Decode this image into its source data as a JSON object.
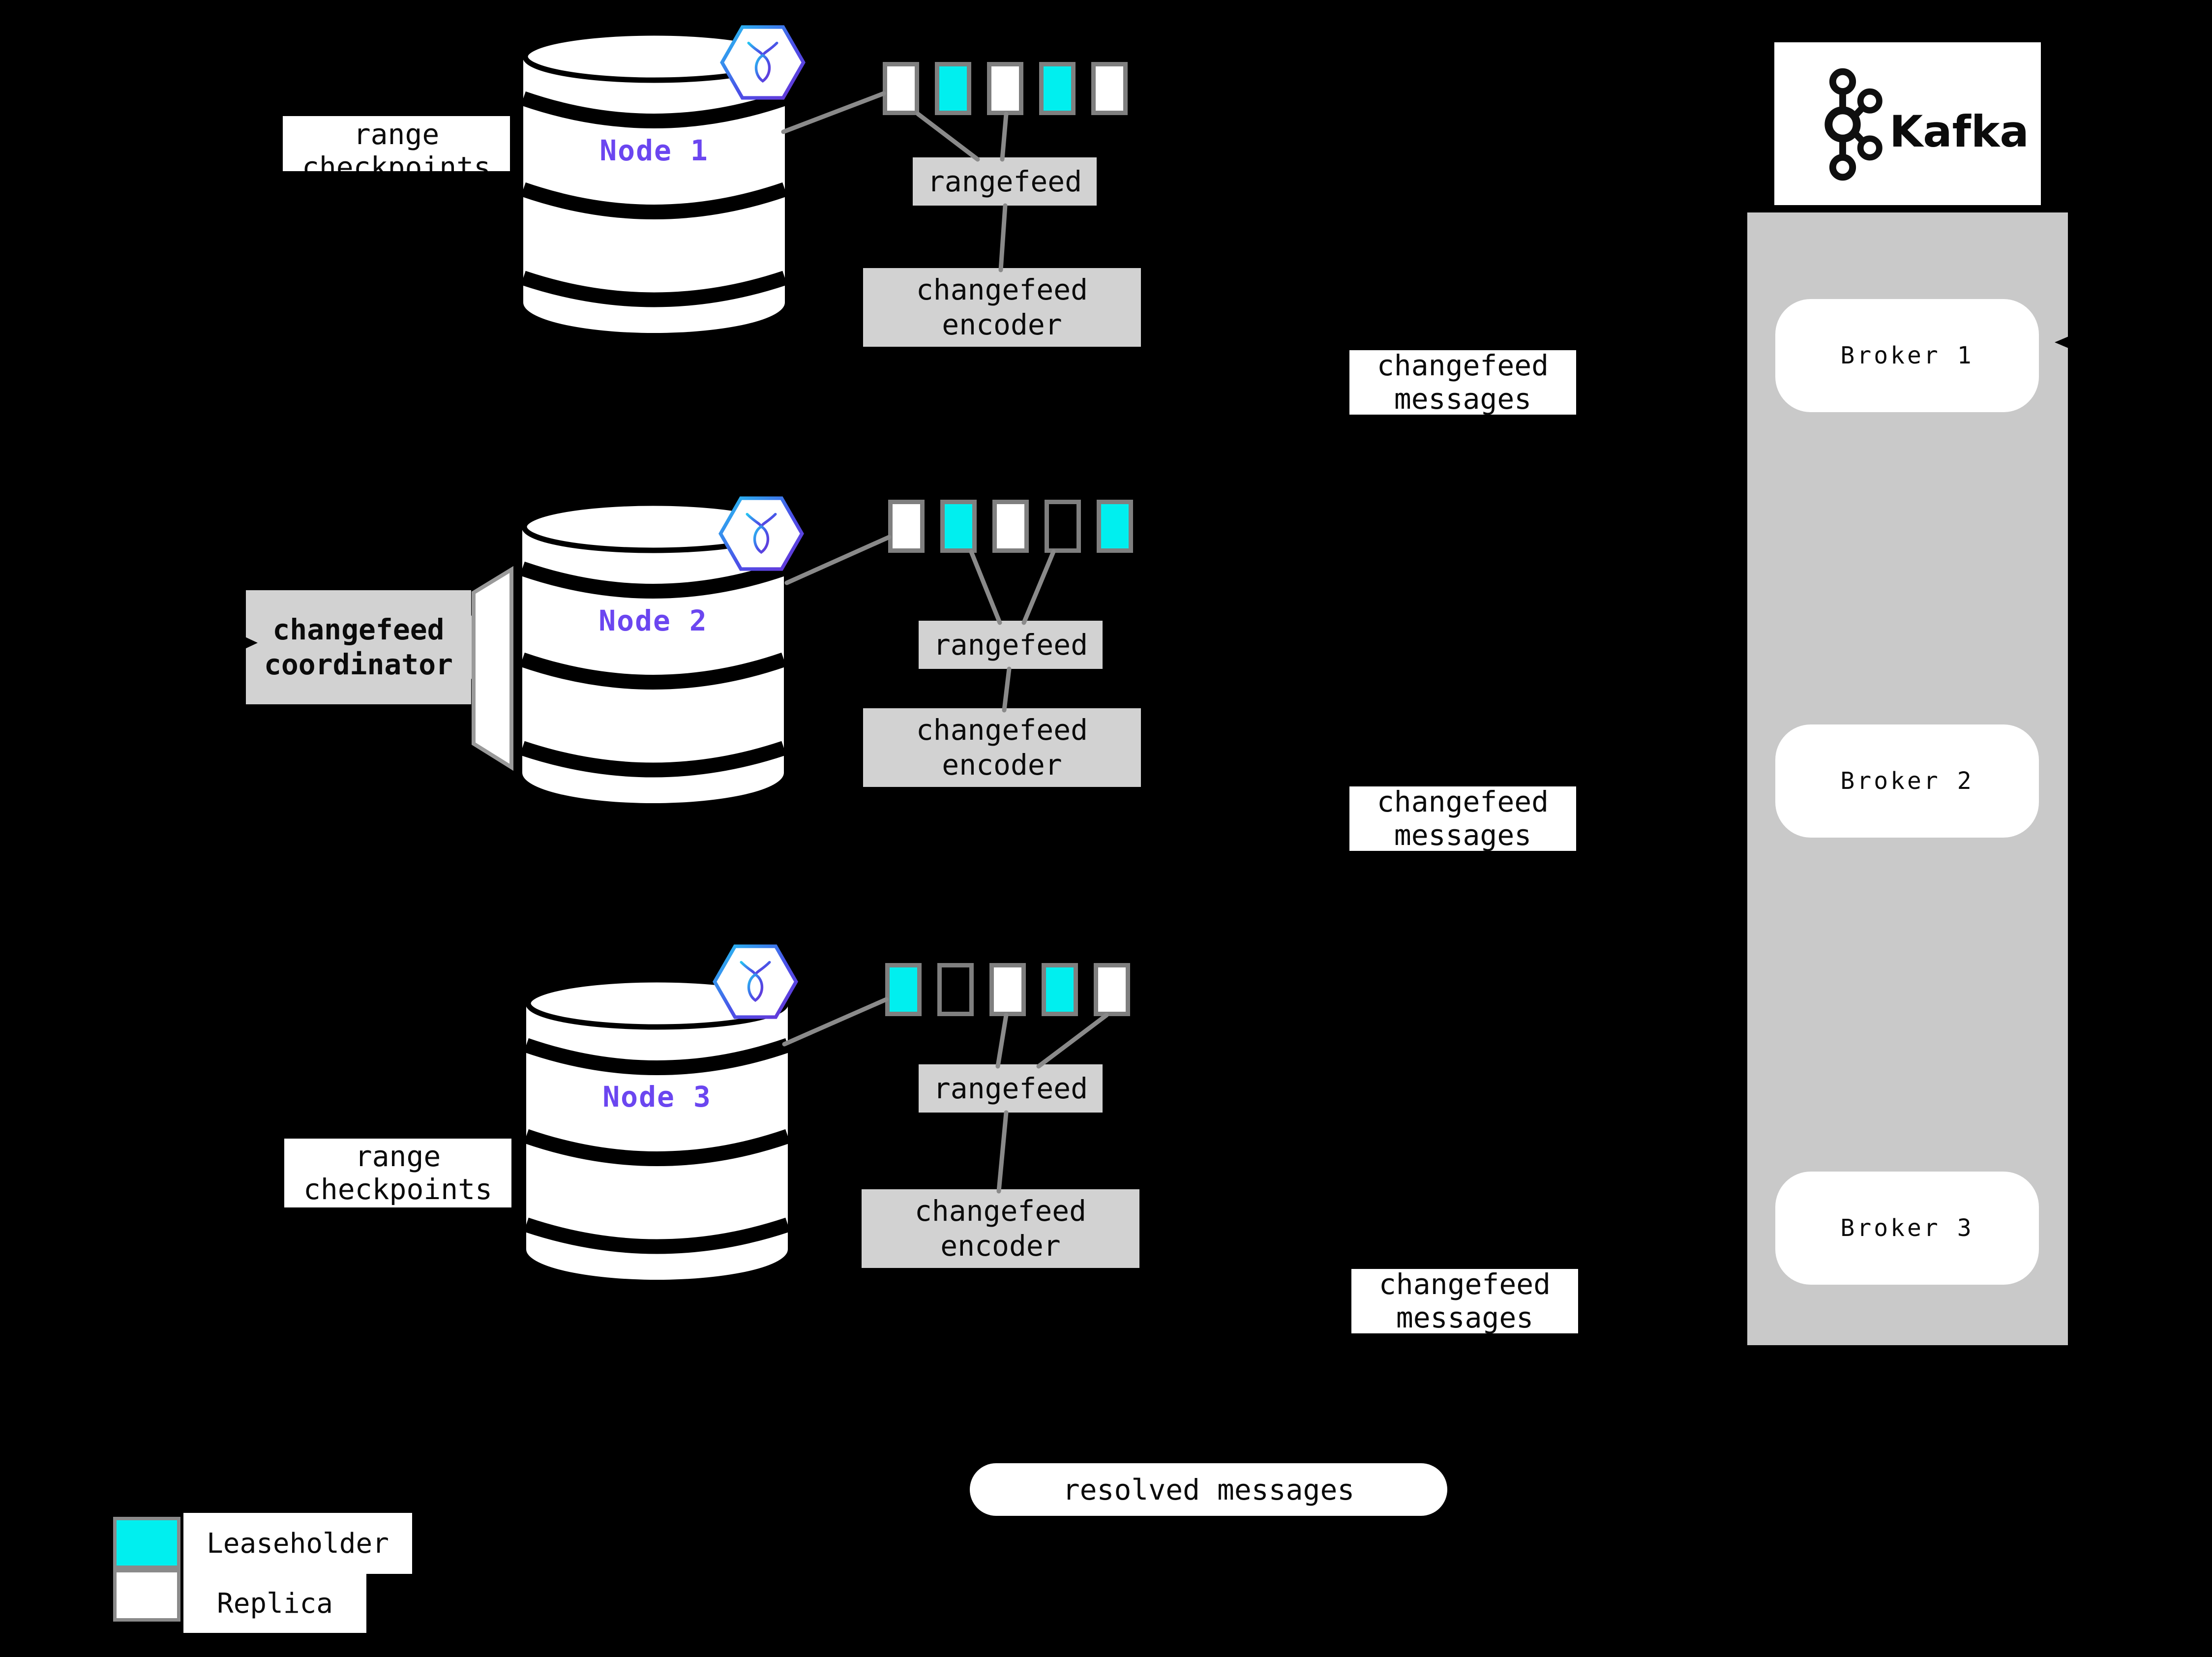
{
  "colors": {
    "background": "#000000",
    "leaseholder": "#00efef",
    "replica": "#ffffff",
    "node_label": "#6b46f0",
    "kafka_panel": "#c9c9c9",
    "process_box": "#d2d2d2",
    "connector_line": "#8a8a8a",
    "square_border": "#7f7f7f"
  },
  "kafka": {
    "title": "Kafka",
    "brokers": [
      {
        "label": "Broker 1"
      },
      {
        "label": "Broker 2"
      },
      {
        "label": "Broker 3"
      }
    ]
  },
  "nodes": [
    {
      "label": "Node 1",
      "rangefeed_label": "rangefeed",
      "encoder_label_line1": "changefeed",
      "encoder_label_line2": "encoder",
      "messages_label_line1": "changefeed",
      "messages_label_line2": "messages",
      "ranges": [
        "replica",
        "leaseholder",
        "replica",
        "leaseholder",
        "replica"
      ]
    },
    {
      "label": "Node 2",
      "rangefeed_label": "rangefeed",
      "encoder_label_line1": "changefeed",
      "encoder_label_line2": "encoder",
      "messages_label_line1": "changefeed",
      "messages_label_line2": "messages",
      "ranges": [
        "replica",
        "leaseholder",
        "replica",
        "empty",
        "leaseholder"
      ]
    },
    {
      "label": "Node 3",
      "rangefeed_label": "rangefeed",
      "encoder_label_line1": "changefeed",
      "encoder_label_line2": "encoder",
      "messages_label_line1": "changefeed",
      "messages_label_line2": "messages",
      "ranges": [
        "leaseholder",
        "empty",
        "replica",
        "leaseholder",
        "replica"
      ]
    }
  ],
  "coordinator": {
    "line1": "changefeed",
    "line2": "coordinator"
  },
  "range_checkpoints": {
    "line1": "range",
    "line2": "checkpoints"
  },
  "resolved_messages_label": "resolved messages",
  "legend": {
    "items": [
      {
        "label": "Leaseholder",
        "color": "#00efef"
      },
      {
        "label": "Replica",
        "color": "#ffffff"
      }
    ]
  }
}
